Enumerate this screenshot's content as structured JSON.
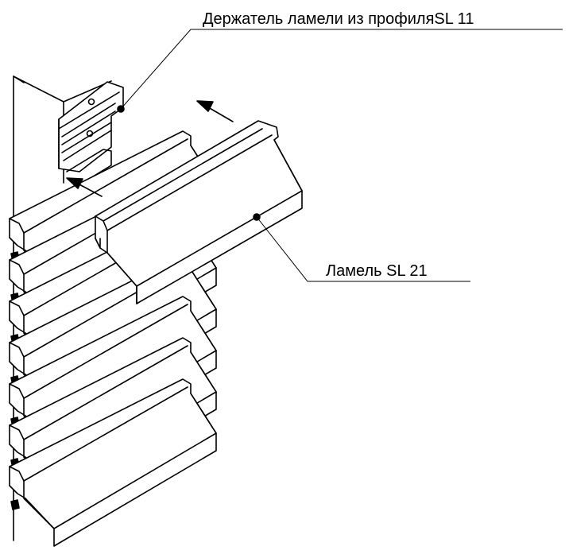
{
  "callouts": {
    "holder": "Держатель ламели из профиляSL 11",
    "lamella": "Ламель SL 21"
  },
  "colors": {
    "line": "#000000",
    "background": "#ffffff"
  },
  "lamella_count": 7
}
